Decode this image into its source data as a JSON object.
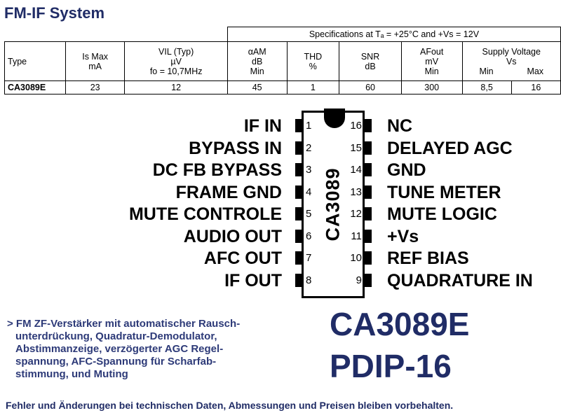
{
  "title": "FM-IF System",
  "specs_header": "Specifications at Tₐ = +25°C and +Vs = 12V",
  "table": {
    "columns": [
      {
        "lines": [
          "Type"
        ]
      },
      {
        "lines": [
          "Is Max",
          "mA"
        ]
      },
      {
        "lines": [
          "VIL (Typ)",
          "µV",
          "fo = 10,7MHz"
        ]
      },
      {
        "lines": [
          "αAM",
          "dB",
          "Min"
        ]
      },
      {
        "lines": [
          "THD",
          "%"
        ]
      },
      {
        "lines": [
          "SNR",
          "dB"
        ]
      },
      {
        "lines": [
          "AFout",
          "mV",
          "Min"
        ]
      },
      {
        "lines": [
          "Supply Voltage",
          "Vs"
        ],
        "sub": [
          "Min",
          "Max"
        ]
      }
    ],
    "row": [
      "CA3089E",
      "23",
      "12",
      "45",
      "1",
      "60",
      "300",
      "8,5",
      "16"
    ]
  },
  "chip": {
    "name": "CA3089",
    "left_pins": [
      {
        "num": "1",
        "label": "IF IN"
      },
      {
        "num": "2",
        "label": "BYPASS IN"
      },
      {
        "num": "3",
        "label": "DC FB BYPASS"
      },
      {
        "num": "4",
        "label": "FRAME GND"
      },
      {
        "num": "5",
        "label": "MUTE CONTROLE"
      },
      {
        "num": "6",
        "label": "AUDIO OUT"
      },
      {
        "num": "7",
        "label": "AFC OUT"
      },
      {
        "num": "8",
        "label": "IF OUT"
      }
    ],
    "right_pins": [
      {
        "num": "16",
        "label": "NC"
      },
      {
        "num": "15",
        "label": "DELAYED AGC"
      },
      {
        "num": "14",
        "label": "GND"
      },
      {
        "num": "13",
        "label": "TUNE METER"
      },
      {
        "num": "12",
        "label": "MUTE LOGIC"
      },
      {
        "num": "11",
        "label": "+Vs"
      },
      {
        "num": "10",
        "label": "REF BIAS"
      },
      {
        "num": "9",
        "label": "QUADRATURE IN"
      }
    ]
  },
  "description": [
    "> FM ZF-Verstärker mit automatischer Rausch-",
    "unterdrückung, Quadratur-Demodulator,",
    "Abstimmanzeige, verzögerter AGC Regel-",
    "spannung, AFC-Spannung für Scharfab-",
    "stimmung, und Muting"
  ],
  "part_number": "CA3089E",
  "package": "PDIP-16",
  "footer": "Fehler und Änderungen bei technischen Daten, Abmessungen und Preisen bleiben vorbehalten."
}
